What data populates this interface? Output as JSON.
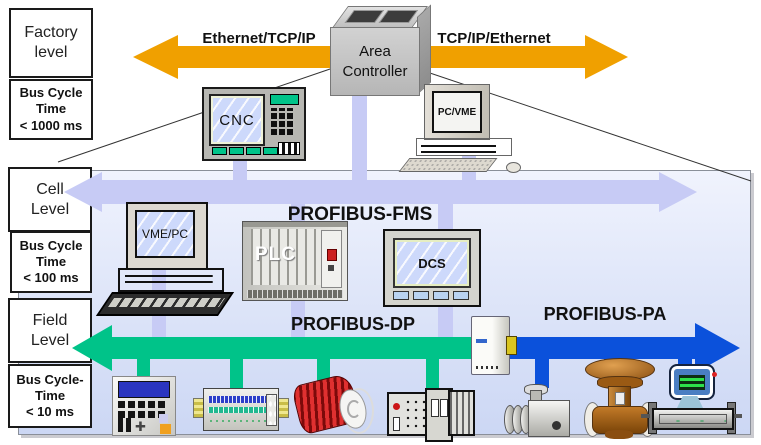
{
  "sidebar": {
    "factory_level": "Factory\nlevel",
    "factory_cycle": "Bus Cycle\nTime\n< 1000 ms",
    "cell_level": "Cell\nLevel",
    "cell_cycle": "Bus Cycle\nTime\n< 100 ms",
    "field_level": "Field\nLevel",
    "field_cycle": "Bus Cycle-\nTime\n< 10 ms"
  },
  "factory_bus": {
    "left_label": "Ethernet/TCP/IP",
    "right_label": "TCP/IP/Ethernet",
    "controller_label": "Area\nController",
    "color": "#F0A000"
  },
  "buses": {
    "fms": {
      "label": "PROFIBUS-FMS",
      "color": "#C7CBF5"
    },
    "dp": {
      "label": "PROFIBUS-DP",
      "color": "#00C389"
    },
    "pa": {
      "label": "PROFIBUS-PA",
      "color": "#0B51DB"
    }
  },
  "devices": {
    "cnc": {
      "label": "CNC"
    },
    "pc_vme": {
      "label": "PC/VME"
    },
    "vme_pc": {
      "label": "VME/PC"
    },
    "plc": {
      "label": "PLC"
    },
    "dcs": {
      "label": "DCS"
    }
  },
  "field_device_icons": [
    "dp-pa-coupler-icon",
    "variable-speed-drive-icon",
    "remote-io-module-icon",
    "motor-filter-icon",
    "modular-controller-icon",
    "pressure-transmitter-icon",
    "control-valve-icon",
    "flow-meter-icon"
  ]
}
